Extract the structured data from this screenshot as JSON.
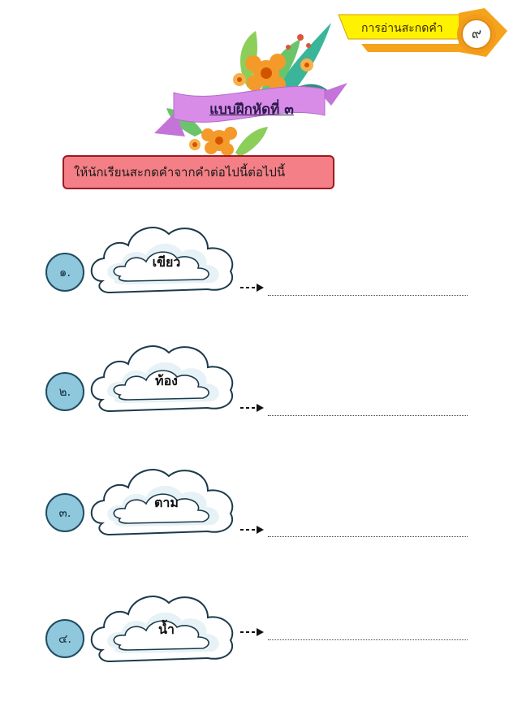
{
  "header": {
    "topic_label": "การอ่านสะกดคำ",
    "page_number": "๙"
  },
  "exercise": {
    "title": "แบบฝึกหัดที่ ๓",
    "instruction": "ให้นักเรียนสะกดคำจากคำต่อไปนี้ต่อไปนี้"
  },
  "items": [
    {
      "number": "๑.",
      "word": "เขียว"
    },
    {
      "number": "๒.",
      "word": "ท้อง"
    },
    {
      "number": "๓.",
      "word": "ตาม"
    },
    {
      "number": "๔.",
      "word": "น้ำ"
    }
  ],
  "colors": {
    "header_yellow": "#fff200",
    "header_orange": "#f5a31a",
    "ribbon_purple": "#d98be8",
    "instruction_fill": "#f47f86",
    "instruction_border": "#9c1a22",
    "number_circle": "#8fc7dc",
    "number_border": "#1f4d63",
    "cloud_outline": "#1b3a4b"
  }
}
